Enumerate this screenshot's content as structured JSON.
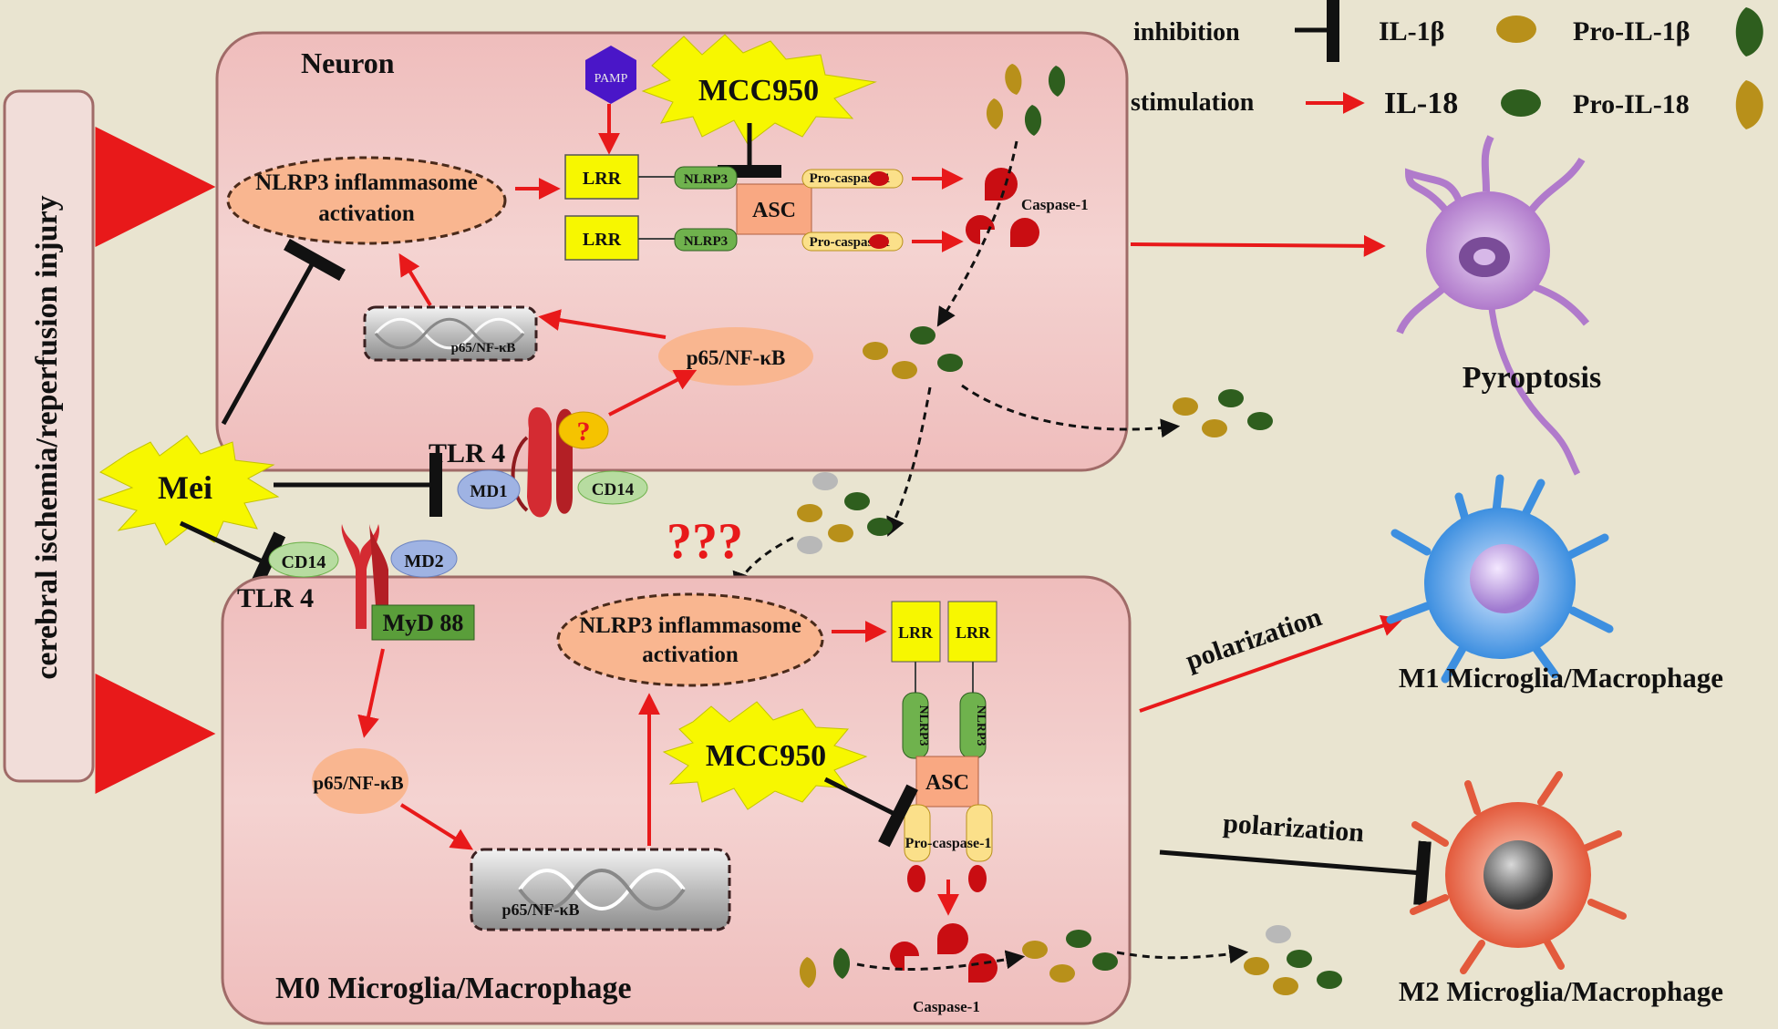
{
  "legend": {
    "inhibition": "inhibition",
    "stimulation": "stimulation",
    "il1b": "IL-1β",
    "il18": "IL-18",
    "pro_il1b": "Pro-IL-1β",
    "pro_il18": "Pro-IL-18"
  },
  "side_label": "cerebral ischemia/reperfusion injury",
  "neuron": {
    "title": "Neuron",
    "pamp": "PAMP",
    "mcc950": "MCC950",
    "inflammasome": [
      "NLRP3 inflammasome",
      "activation"
    ],
    "lrr": "LRR",
    "nlrp3": "NLRP3",
    "asc": "ASC",
    "pro_caspase": "Pro-caspase-1",
    "caspase": "Caspase-1",
    "nfkb_dna": "p65/NF-κB",
    "nfkb": "p65/NF-κB",
    "tlr4": "TLR 4",
    "question": "?",
    "md1": "MD1",
    "cd14": "CD14"
  },
  "mei": "Mei",
  "question3": "???",
  "microglia": {
    "title": "M0 Microglia/Macrophage",
    "cd14": "CD14",
    "md2": "MD2",
    "tlr4": "TLR 4",
    "myd88": "MyD 88",
    "nfkb": "p65/NF-κB",
    "nfkb_dna": "p65/NF-κB",
    "inflammasome": [
      "NLRP3 inflammasome",
      "activation"
    ],
    "lrr": "LRR",
    "nlrp3": "NLRP3",
    "asc": "ASC",
    "mcc950": "MCC950",
    "pro_caspase": "Pro-caspase-1",
    "caspase": "Caspase-1"
  },
  "outcomes": {
    "pyroptosis": "Pyroptosis",
    "polarization": "polarization",
    "m1": "M1 Microglia/Macrophage",
    "m2": "M2 Microglia/Macrophage"
  },
  "colors": {
    "background": "#e9e4d0",
    "cell_fill": "#f1c6c5",
    "red_arrow": "#e8191a",
    "ochre": "#b8901a",
    "dark_green": "#2e5e1e",
    "nlrp3_green": "#6fb24d",
    "yellow": "#f7f700",
    "orange": "#f9b690",
    "pamp": "#4a16c8",
    "tlr_red": "#d42b32",
    "blue_pill": "#9fb3e3"
  }
}
